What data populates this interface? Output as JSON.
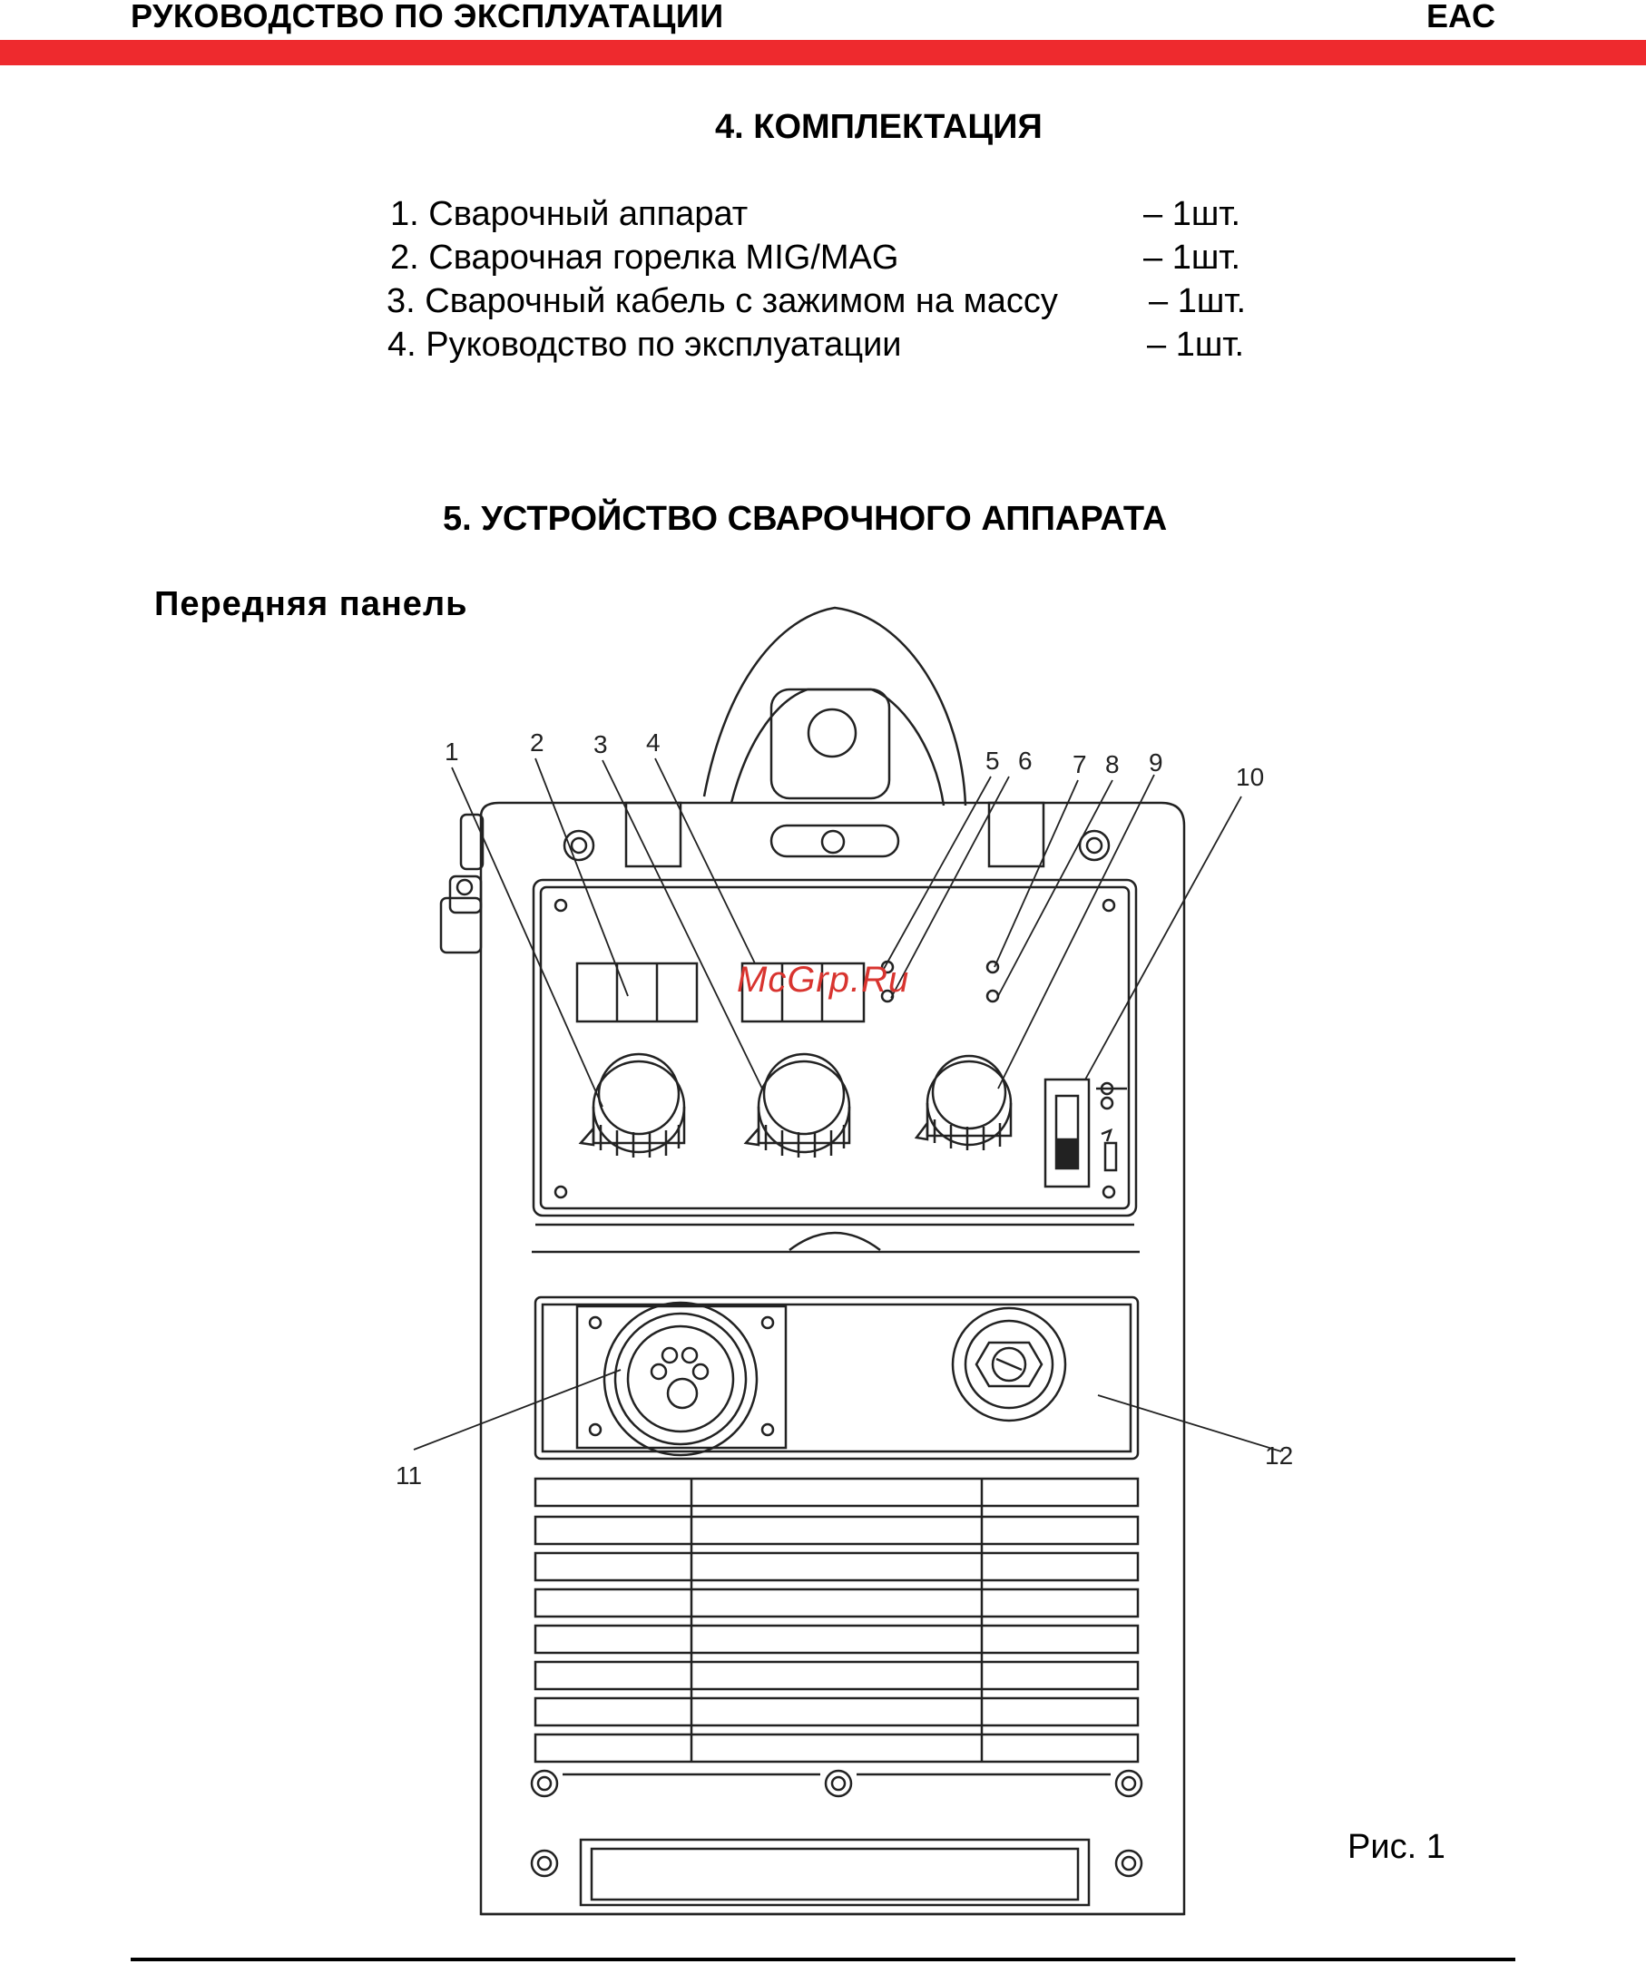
{
  "header": {
    "title": "РУКОВОДСТВО ПО ЭКСПЛУАТАЦИИ",
    "mark": "EAC"
  },
  "section4": {
    "title": "4. КОМПЛЕКТАЦИЯ",
    "items": [
      {
        "name": "1. Сварочный аппарат",
        "qty": "– 1шт."
      },
      {
        "name": "2. Сварочная горелка MIG/MAG",
        "qty": "– 1шт."
      },
      {
        "name": "3. Сварочный кабель с зажимом на массу",
        "qty": "– 1шт."
      },
      {
        "name": "4. Руководство по эксплуатации",
        "qty": "– 1шт."
      }
    ]
  },
  "section5": {
    "title": "5. УСТРОЙСТВО СВАРОЧНОГО АППАРАТА",
    "subheading": "Передняя панель"
  },
  "figure": {
    "callouts": [
      "1",
      "2",
      "3",
      "4",
      "5",
      "6",
      "7",
      "8",
      "9",
      "10",
      "11",
      "12"
    ],
    "caption": "Рис. 1",
    "watermark": "McGrp.Ru"
  }
}
